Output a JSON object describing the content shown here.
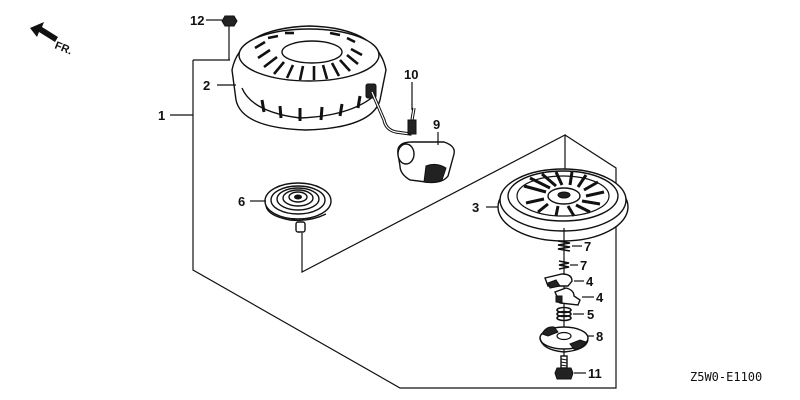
{
  "direction_label": "FR.",
  "diagram_code": "Z5W0-E1100",
  "callouts": {
    "c1": "1",
    "c2": "2",
    "c3": "3",
    "c4a": "4",
    "c4b": "4",
    "c5": "5",
    "c6": "6",
    "c7a": "7",
    "c7b": "7",
    "c8": "8",
    "c9": "9",
    "c10": "10",
    "c11": "11",
    "c12": "12"
  }
}
